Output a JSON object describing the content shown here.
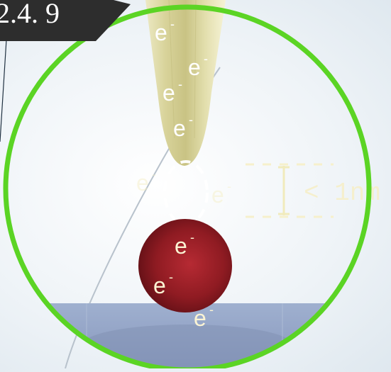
{
  "badge": {
    "text": "2.4. 9"
  },
  "scale_label": "< 1nm",
  "electron_symbol": "e",
  "electron_charge": "-",
  "colors": {
    "circle": "#5bd424",
    "badge": "#2d2d2d",
    "tip": "#eae6b8",
    "particle": "#8f1b22",
    "surface": "#8aa0c3",
    "faded_label": "#fbf6cf"
  }
}
